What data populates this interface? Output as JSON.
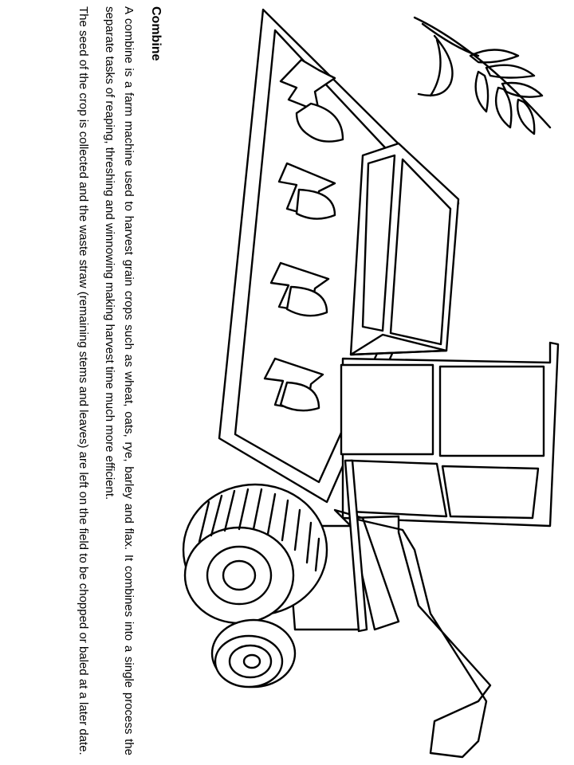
{
  "document": {
    "title": "Combine",
    "paragraph_1": "A combine is a farm machine used to harvest grain crops such as wheat, oats, rye, barley and flax. It combines into a single process the separate tasks of reaping, threshing and winnowing making harvest time much more efficient.",
    "paragraph_2": "The seed of the crop is collected and the waste straw (remaining stems and leaves) are left on the field to be chopped or baled at a later date."
  },
  "colors": {
    "ink": "#000000",
    "paper": "#ffffff"
  },
  "illustration": {
    "subject": "combine-harvester-line-drawing",
    "extra": "wheat-stalk-drawing"
  }
}
